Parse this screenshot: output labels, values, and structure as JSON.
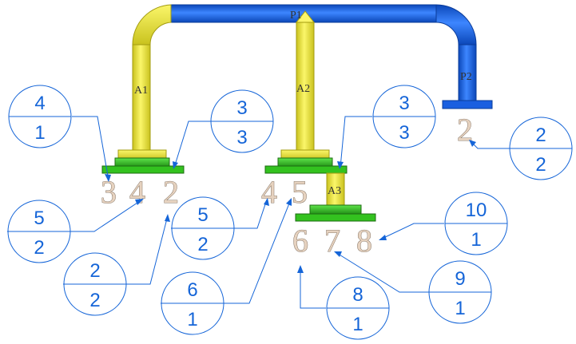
{
  "colors": {
    "blue_pipe": "#1a5fe0",
    "blue_dark": "#0b47b8",
    "yellow_pipe": "#f4ef3a",
    "yellow_dark": "#c9c21e",
    "green_flange": "#33c21f",
    "green_dark": "#1d8a12",
    "balloon_stroke": "#1565d8",
    "leader": "#1565d8"
  },
  "pipe_labels": {
    "p1": "P1",
    "p2": "P2",
    "a1": "A1",
    "a2": "A2",
    "a3": "A3"
  },
  "port_numbers": {
    "left_a": "3",
    "left_b": "4",
    "left_c": "2",
    "mid_a": "4",
    "mid_b": "5",
    "right_top": "2",
    "low_a": "6",
    "low_b": "7",
    "low_c": "8"
  },
  "balloons": [
    {
      "top": "4",
      "bottom": "1"
    },
    {
      "top": "3",
      "bottom": "3"
    },
    {
      "top": "3",
      "bottom": "3"
    },
    {
      "top": "2",
      "bottom": "2"
    },
    {
      "top": "5",
      "bottom": "2"
    },
    {
      "top": "5",
      "bottom": "2"
    },
    {
      "top": "10",
      "bottom": "1"
    },
    {
      "top": "2",
      "bottom": "2"
    },
    {
      "top": "6",
      "bottom": "1"
    },
    {
      "top": "9",
      "bottom": "1"
    },
    {
      "top": "8",
      "bottom": "1"
    }
  ]
}
